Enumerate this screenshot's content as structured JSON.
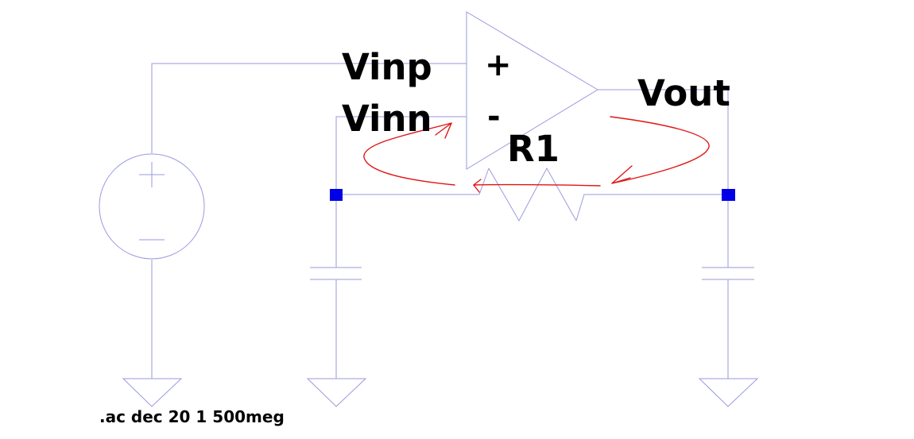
{
  "labels": {
    "vinp": "Vinp",
    "vinn": "Vinn",
    "vout": "Vout",
    "r1": "R1",
    "plus": "+",
    "minus": "-"
  },
  "directive": ".ac dec 20 1 500meg",
  "colors": {
    "wire": "#9a9adf",
    "node": "#0000e6",
    "annotation": "#e01515",
    "text": "#000000"
  }
}
